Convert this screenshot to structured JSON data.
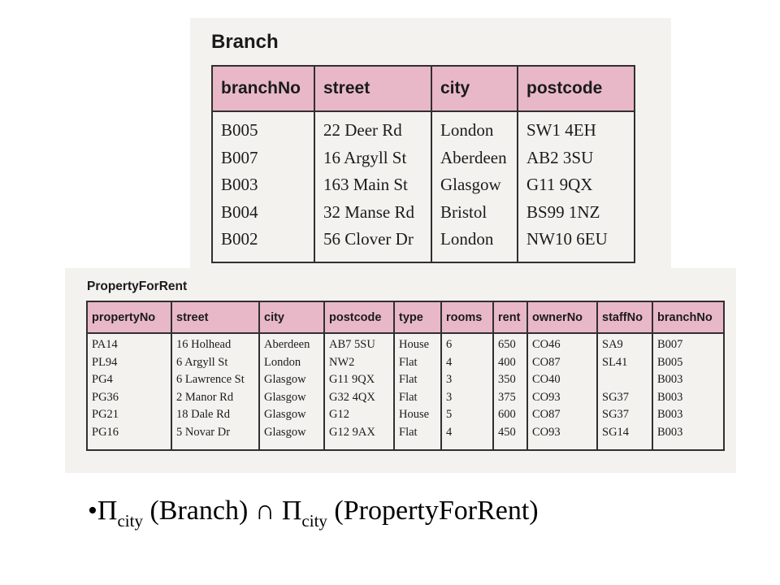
{
  "branch": {
    "title": "Branch",
    "columns": [
      "branchNo",
      "street",
      "city",
      "postcode"
    ],
    "rows": [
      [
        "B005",
        "22 Deer Rd",
        "London",
        "SW1 4EH"
      ],
      [
        "B007",
        "16 Argyll St",
        "Aberdeen",
        "AB2 3SU"
      ],
      [
        "B003",
        "163 Main St",
        "Glasgow",
        "G11 9QX"
      ],
      [
        "B004",
        "32 Manse Rd",
        "Bristol",
        "BS99 1NZ"
      ],
      [
        "B002",
        "56 Clover Dr",
        "London",
        "NW10 6EU"
      ]
    ]
  },
  "property_for_rent": {
    "title": "PropertyForRent",
    "columns": [
      "propertyNo",
      "street",
      "city",
      "postcode",
      "type",
      "rooms",
      "rent",
      "ownerNo",
      "staffNo",
      "branchNo"
    ],
    "rows": [
      [
        "PA14",
        "16 Holhead",
        "Aberdeen",
        "AB7 5SU",
        "House",
        "6",
        "650",
        "CO46",
        "SA9",
        "B007"
      ],
      [
        "PL94",
        "6 Argyll St",
        "London",
        "NW2",
        "Flat",
        "4",
        "400",
        "CO87",
        "SL41",
        "B005"
      ],
      [
        "PG4",
        "6 Lawrence St",
        "Glasgow",
        "G11 9QX",
        "Flat",
        "3",
        "350",
        "CO40",
        "",
        "B003"
      ],
      [
        "PG36",
        "2 Manor Rd",
        "Glasgow",
        "G32 4QX",
        "Flat",
        "3",
        "375",
        "CO93",
        "SG37",
        "B003"
      ],
      [
        "PG21",
        "18 Dale Rd",
        "Glasgow",
        "G12",
        "House",
        "5",
        "600",
        "CO87",
        "SG37",
        "B003"
      ],
      [
        "PG16",
        "5 Novar Dr",
        "Glasgow",
        "G12 9AX",
        "Flat",
        "4",
        "450",
        "CO93",
        "SG14",
        "B003"
      ]
    ]
  },
  "expression": {
    "bullet": "•",
    "pi_1": "Π",
    "sub_1": "city",
    "arg_1": " (Branch) ",
    "op": "∩",
    "pi_2": " Π",
    "sub_2": "city",
    "arg_2": " (PropertyForRent)"
  }
}
